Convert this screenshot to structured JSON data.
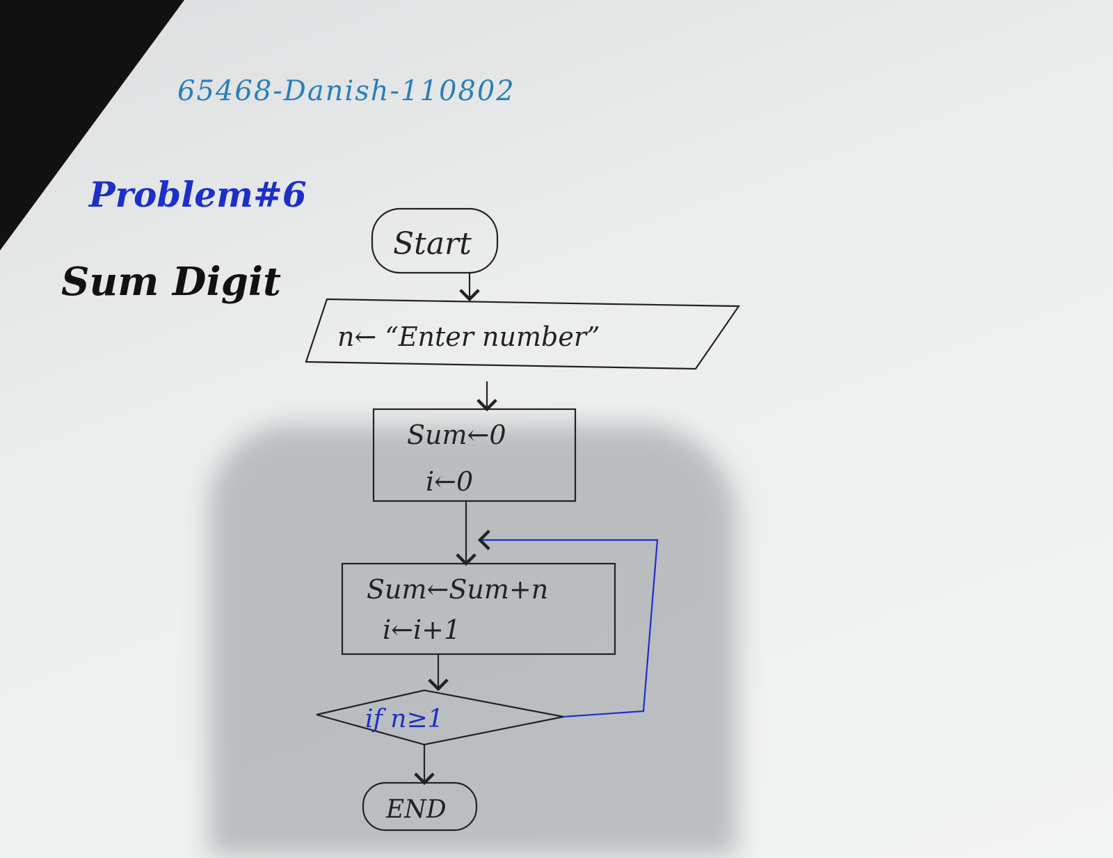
{
  "header": {
    "id_line": "65468-Danish-110802",
    "problem": "Problem#6",
    "subject": "Sum Digit"
  },
  "flowchart": {
    "start": "Start",
    "input": "n← “Enter number”",
    "init_line1": "Sum←0",
    "init_line2": "i←0",
    "loop_line1": "Sum←Sum+n",
    "loop_line2": "i←i+1",
    "decision": "if n≥1",
    "end": "END"
  },
  "colors": {
    "ink_pen": "#222222",
    "blue_pen": "#1c2fc9",
    "light_blue_pen": "#2a7fb8",
    "paper": "#eceeee"
  }
}
